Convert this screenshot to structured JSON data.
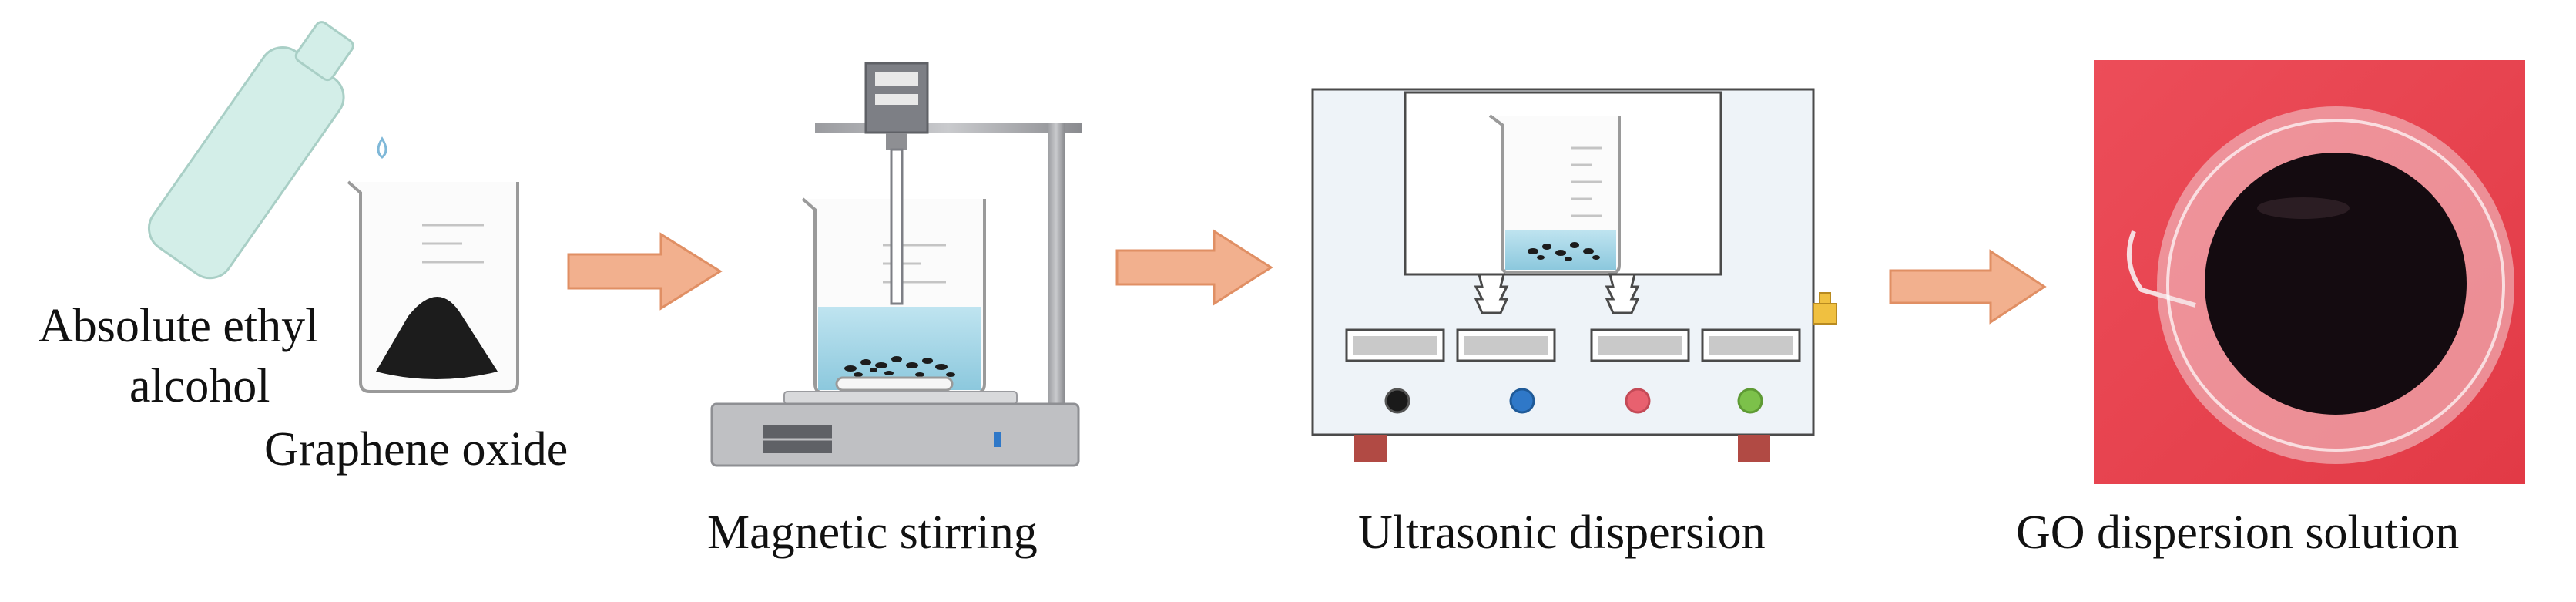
{
  "labels": {
    "ethyl_line1": "Absolute ethyl",
    "ethyl_line2": "alcohol",
    "graphene_oxide": "Graphene oxide",
    "magnetic_stirring": "Magnetic stirring",
    "ultrasonic_dispersion": "Ultrasonic dispersion",
    "go_solution": "GO dispersion solution"
  },
  "colors": {
    "arrow": "#f2b08e",
    "arrow_stroke": "#e08f64",
    "water": "#a8d8ea",
    "bottle": "#d3eee8",
    "device_gray": "#8e8f93",
    "photo_background": "#e8424e",
    "knob_black": "#1a1a1a",
    "knob_blue": "#2f78c8",
    "knob_red": "#e8616f",
    "knob_green": "#7cc14a",
    "feet": "#b14a44",
    "valve": "#f0c040"
  },
  "icons": [
    "ethanol-bottle-icon",
    "beaker-icon",
    "magnetic-stirrer-icon",
    "ultrasonic-bath-icon",
    "beaker-photo"
  ]
}
